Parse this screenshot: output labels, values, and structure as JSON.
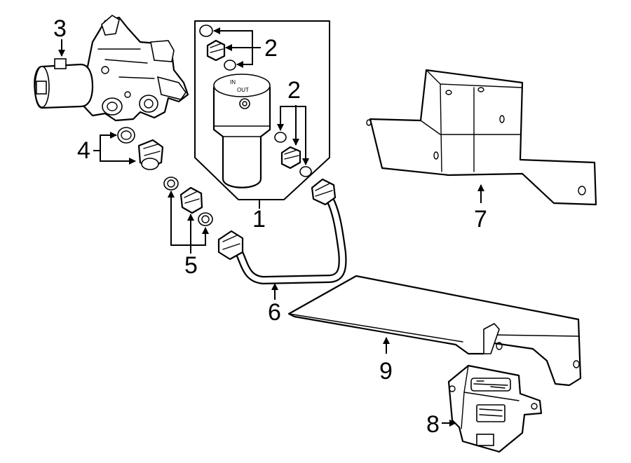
{
  "diagram": {
    "callouts": [
      {
        "id": "c1",
        "label": "1"
      },
      {
        "id": "c2a",
        "label": "2"
      },
      {
        "id": "c2b",
        "label": "2"
      },
      {
        "id": "c3",
        "label": "3"
      },
      {
        "id": "c4",
        "label": "4"
      },
      {
        "id": "c5",
        "label": "5"
      },
      {
        "id": "c6",
        "label": "6"
      },
      {
        "id": "c7",
        "label": "7"
      },
      {
        "id": "c8",
        "label": "8"
      },
      {
        "id": "c9",
        "label": "9"
      }
    ],
    "dryer_text": {
      "line1": "IN",
      "line2": "OUT"
    }
  },
  "colors": {
    "stroke": "#000000",
    "background": "#ffffff"
  }
}
